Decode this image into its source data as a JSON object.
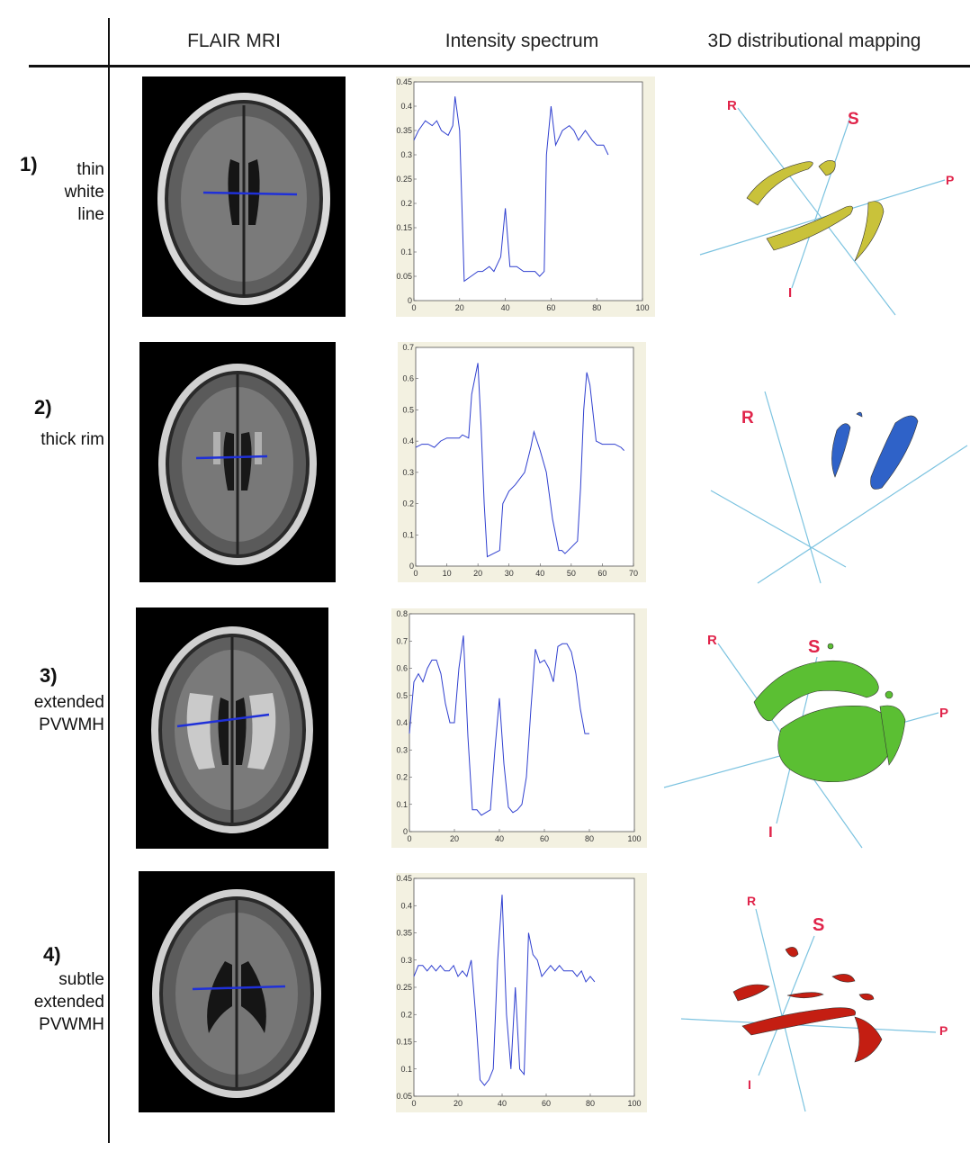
{
  "headers": {
    "mri": "FLAIR MRI",
    "spectrum": "Intensity spectrum",
    "mapping": "3D distributional mapping"
  },
  "rows": [
    {
      "number": "1)",
      "description": "thin\nwhite\nline",
      "lesion_color": "#c9c23a",
      "axis_labels": [
        "R",
        "S",
        "P",
        "I"
      ],
      "chart_data": {
        "type": "line",
        "x": [
          0,
          2,
          5,
          8,
          10,
          12,
          15,
          17,
          18,
          20,
          22,
          25,
          28,
          30,
          33,
          35,
          38,
          40,
          42,
          45,
          48,
          50,
          53,
          55,
          57,
          58,
          60,
          62,
          65,
          68,
          70,
          72,
          75,
          78,
          80,
          83,
          85
        ],
        "y": [
          0.33,
          0.35,
          0.37,
          0.36,
          0.37,
          0.35,
          0.34,
          0.36,
          0.42,
          0.35,
          0.04,
          0.05,
          0.06,
          0.06,
          0.07,
          0.06,
          0.09,
          0.19,
          0.07,
          0.07,
          0.06,
          0.06,
          0.06,
          0.05,
          0.06,
          0.3,
          0.4,
          0.32,
          0.35,
          0.36,
          0.35,
          0.33,
          0.35,
          0.33,
          0.32,
          0.32,
          0.3
        ],
        "xlim": [
          0,
          100
        ],
        "ylim": [
          0,
          0.45
        ],
        "xticks": [
          0,
          20,
          40,
          60,
          80,
          100
        ],
        "yticks": [
          0,
          0.05,
          0.1,
          0.15,
          0.2,
          0.25,
          0.3,
          0.35,
          0.4,
          0.45
        ],
        "line_color": "#2f3fcf"
      }
    },
    {
      "number": "2)",
      "description": "thick rim",
      "lesion_color": "#2f62c8",
      "axis_labels": [
        "R"
      ],
      "chart_data": {
        "type": "line",
        "x": [
          0,
          2,
          4,
          6,
          8,
          10,
          12,
          14,
          15,
          17,
          18,
          20,
          21,
          22,
          23,
          25,
          27,
          28,
          30,
          32,
          35,
          37,
          38,
          40,
          42,
          44,
          46,
          47,
          48,
          50,
          52,
          53,
          54,
          55,
          56,
          58,
          60,
          62,
          64,
          66,
          67
        ],
        "y": [
          0.38,
          0.39,
          0.39,
          0.38,
          0.4,
          0.41,
          0.41,
          0.41,
          0.42,
          0.41,
          0.55,
          0.65,
          0.45,
          0.2,
          0.03,
          0.04,
          0.05,
          0.2,
          0.24,
          0.26,
          0.3,
          0.38,
          0.43,
          0.37,
          0.3,
          0.15,
          0.05,
          0.05,
          0.04,
          0.06,
          0.08,
          0.25,
          0.5,
          0.62,
          0.58,
          0.4,
          0.39,
          0.39,
          0.39,
          0.38,
          0.37
        ],
        "xlim": [
          0,
          70
        ],
        "ylim": [
          0,
          0.7
        ],
        "xticks": [
          0,
          10,
          20,
          30,
          40,
          50,
          60,
          70
        ],
        "yticks": [
          0,
          0.1,
          0.2,
          0.3,
          0.4,
          0.5,
          0.6,
          0.7
        ],
        "line_color": "#2f3fcf"
      }
    },
    {
      "number": "3)",
      "description": "extended\nPVWMH",
      "lesion_color": "#5bbf33",
      "axis_labels": [
        "R",
        "S",
        "P",
        "I"
      ],
      "chart_data": {
        "type": "line",
        "x": [
          0,
          2,
          4,
          6,
          8,
          10,
          12,
          14,
          16,
          18,
          20,
          22,
          24,
          26,
          28,
          30,
          32,
          34,
          36,
          38,
          40,
          42,
          44,
          46,
          48,
          50,
          52,
          54,
          56,
          58,
          60,
          62,
          64,
          66,
          68,
          70,
          72,
          74,
          76,
          78,
          80
        ],
        "y": [
          0.36,
          0.55,
          0.58,
          0.55,
          0.6,
          0.63,
          0.63,
          0.58,
          0.47,
          0.4,
          0.4,
          0.6,
          0.72,
          0.35,
          0.08,
          0.08,
          0.06,
          0.07,
          0.08,
          0.3,
          0.49,
          0.25,
          0.09,
          0.07,
          0.08,
          0.1,
          0.2,
          0.45,
          0.67,
          0.62,
          0.63,
          0.6,
          0.55,
          0.68,
          0.69,
          0.69,
          0.66,
          0.58,
          0.45,
          0.36,
          0.36
        ],
        "xlim": [
          0,
          100
        ],
        "ylim": [
          0,
          0.8
        ],
        "xticks": [
          0,
          20,
          40,
          60,
          80,
          100
        ],
        "yticks": [
          0,
          0.1,
          0.2,
          0.3,
          0.4,
          0.5,
          0.6,
          0.7,
          0.8
        ],
        "line_color": "#2f3fcf"
      }
    },
    {
      "number": "4)",
      "description": "subtle\nextended\nPVWMH",
      "lesion_color": "#c41e12",
      "axis_labels": [
        "R",
        "S",
        "P",
        "I"
      ],
      "chart_data": {
        "type": "line",
        "x": [
          0,
          2,
          4,
          6,
          8,
          10,
          12,
          14,
          16,
          18,
          20,
          22,
          24,
          26,
          28,
          30,
          32,
          34,
          36,
          38,
          40,
          42,
          44,
          46,
          48,
          50,
          52,
          54,
          56,
          58,
          60,
          62,
          64,
          66,
          68,
          70,
          72,
          74,
          76,
          78,
          80,
          82
        ],
        "y": [
          0.27,
          0.29,
          0.29,
          0.28,
          0.29,
          0.28,
          0.29,
          0.28,
          0.28,
          0.29,
          0.27,
          0.28,
          0.27,
          0.3,
          0.2,
          0.08,
          0.07,
          0.08,
          0.1,
          0.3,
          0.42,
          0.2,
          0.1,
          0.25,
          0.1,
          0.09,
          0.35,
          0.31,
          0.3,
          0.27,
          0.28,
          0.29,
          0.28,
          0.29,
          0.28,
          0.28,
          0.28,
          0.27,
          0.28,
          0.26,
          0.27,
          0.26
        ],
        "xlim": [
          0,
          100
        ],
        "ylim": [
          0.05,
          0.45
        ],
        "xticks": [
          0,
          20,
          40,
          60,
          80,
          100
        ],
        "yticks": [
          0.05,
          0.1,
          0.15,
          0.2,
          0.25,
          0.3,
          0.35,
          0.4,
          0.45
        ],
        "line_color": "#2f3fcf"
      }
    }
  ]
}
